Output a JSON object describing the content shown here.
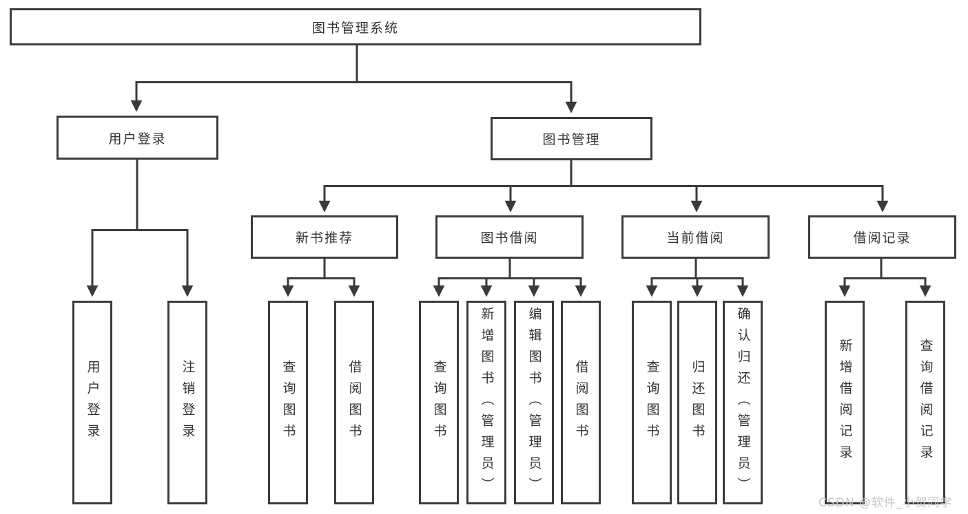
{
  "diagram": {
    "title": "图书管理系统",
    "level2": {
      "user_login": "用户登录",
      "book_mgmt": "图书管理"
    },
    "level3": {
      "new_books": "新书推荐",
      "book_borrow": "图书借阅",
      "current_borrow": "当前借阅",
      "borrow_records": "借阅记录"
    },
    "leaves": {
      "user_login": [
        "用户登录",
        "注销登录"
      ],
      "new_books": [
        "查询图书",
        "借阅图书"
      ],
      "book_borrow": [
        "查询图书",
        "新增图书（管理员）",
        "编辑图书（管理员）",
        "借阅图书"
      ],
      "current_borrow": [
        "查询图书",
        "归还图书",
        "确认归还（管理员）"
      ],
      "borrow_records": [
        "新增借阅记录",
        "查询借阅记录"
      ]
    }
  },
  "watermark": "CSDN @软件_小贺同学",
  "colors": {
    "line": "#3a3a3a",
    "border": "#3b3b3b",
    "text": "#333333",
    "watermark": "#c6c6c6",
    "background": "#ffffff"
  }
}
